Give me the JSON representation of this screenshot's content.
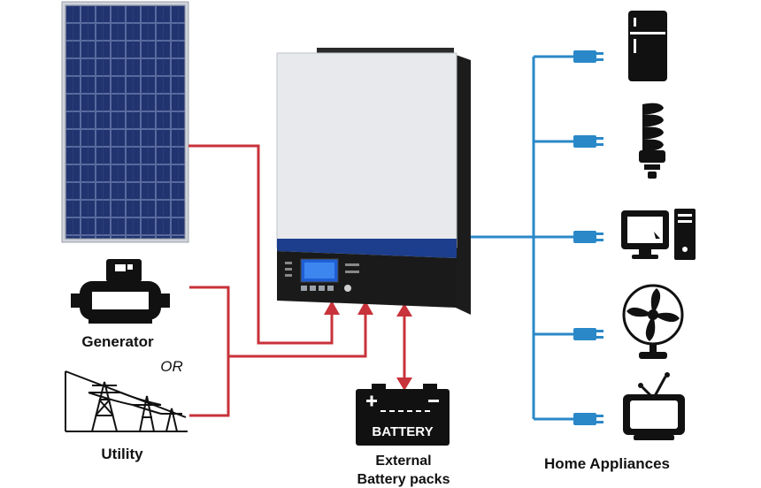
{
  "labels": {
    "generator": "Generator",
    "or": "OR",
    "utility": "Utility",
    "battery_text": "BATTERY",
    "external_line1": "External",
    "external_line2": "Battery packs",
    "home_appliances": "Home Appliances"
  },
  "icons": {
    "solar_panel": "solar-panel-icon",
    "inverter": "inverter-icon",
    "generator": "generator-icon",
    "utility": "power-tower-icon",
    "battery": "battery-icon",
    "fridge": "refrigerator-icon",
    "bulb": "cfl-bulb-icon",
    "computer": "computer-icon",
    "fan": "fan-icon",
    "tv": "tv-icon",
    "plug": "plug-icon"
  },
  "colors": {
    "ac_wire": "#c8323a",
    "dc_wire": "#c8323a",
    "output_wire": "#2a88c8",
    "panel_blue": "#1f2f6b",
    "inverter_body": "#e8eaec",
    "inverter_front": "#1a1a1a",
    "accent_blue": "#1c3e8c"
  }
}
